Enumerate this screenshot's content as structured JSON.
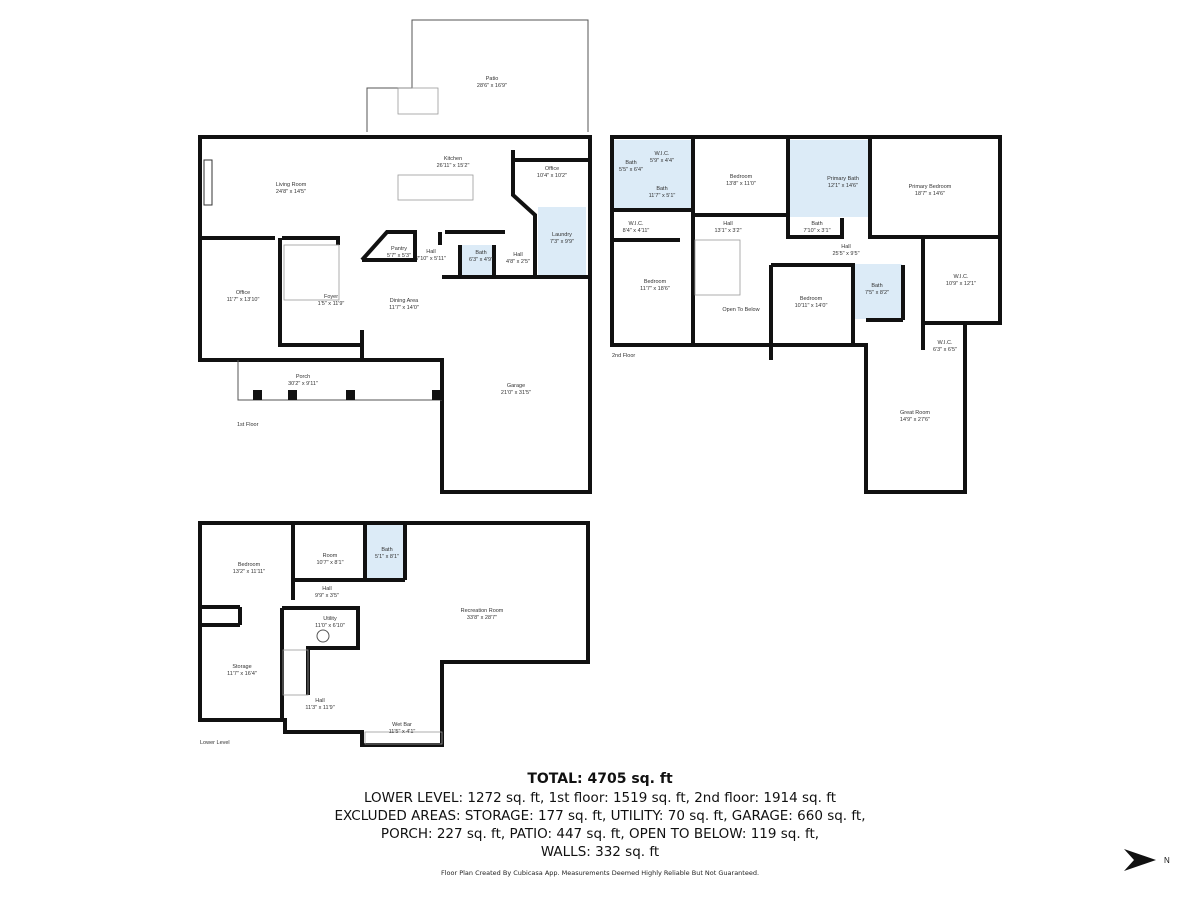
{
  "floors": {
    "first": {
      "label": "1st Floor",
      "rooms": [
        {
          "name": "Patio",
          "dims": "28'6\" x 16'9\""
        },
        {
          "name": "Living Room",
          "dims": "24'8\" x 14'5\""
        },
        {
          "name": "Kitchen",
          "dims": "26'11\" x 15'2\""
        },
        {
          "name": "Office",
          "dims": "10'4\" x 10'2\""
        },
        {
          "name": "Laundry",
          "dims": "7'3\" x 9'9\""
        },
        {
          "name": "Pantry",
          "dims": "5'7\" x 5'3\""
        },
        {
          "name": "Hall",
          "dims": "7'10\" x 5'11\""
        },
        {
          "name": "Bath",
          "dims": "6'3\" x 4'9\""
        },
        {
          "name": "Hall",
          "dims": "4'8\" x 2'5\""
        },
        {
          "name": "Office",
          "dims": "11'7\" x 13'10\""
        },
        {
          "name": "Foyer",
          "dims": "1'5\" x 11'9\""
        },
        {
          "name": "Dining Area",
          "dims": "11'7\" x 14'0\""
        },
        {
          "name": "Porch",
          "dims": "30'2\" x 9'11\""
        },
        {
          "name": "Garage",
          "dims": "21'0\" x 31'5\""
        }
      ]
    },
    "second": {
      "label": "2nd Floor",
      "rooms": [
        {
          "name": "Bath",
          "dims": "5'5\" x 6'4\""
        },
        {
          "name": "W.I.C.",
          "dims": "5'9\" x 4'4\""
        },
        {
          "name": "Bath",
          "dims": "11'7\" x 5'1\""
        },
        {
          "name": "Bedroom",
          "dims": "13'8\" x 11'0\""
        },
        {
          "name": "Primary Bath",
          "dims": "12'1\" x 14'6\""
        },
        {
          "name": "Primary Bedroom",
          "dims": "18'7\" x 14'6\""
        },
        {
          "name": "W.I.C.",
          "dims": "8'4\" x 4'11\""
        },
        {
          "name": "Hall",
          "dims": "13'1\" x 3'2\""
        },
        {
          "name": "Bath",
          "dims": "7'10\" x 3'1\""
        },
        {
          "name": "Hall",
          "dims": "25'5\" x 9'5\""
        },
        {
          "name": "Bedroom",
          "dims": "11'7\" x 18'6\""
        },
        {
          "name": "W.I.C.",
          "dims": "10'9\" x 12'1\""
        },
        {
          "name": "Bath",
          "dims": "7'5\" x 8'2\""
        },
        {
          "name": "Bedroom",
          "dims": "10'11\" x 14'0\""
        },
        {
          "name": "Open To Below",
          "dims": ""
        },
        {
          "name": "W.I.C.",
          "dims": "6'3\" x 6'5\""
        },
        {
          "name": "Great Room",
          "dims": "14'9\" x 27'6\""
        }
      ]
    },
    "lower": {
      "label": "Lower Level",
      "rooms": [
        {
          "name": "Bedroom",
          "dims": "13'2\" x 11'11\""
        },
        {
          "name": "Room",
          "dims": "10'7\" x 8'1\""
        },
        {
          "name": "Bath",
          "dims": "5'1\" x 8'1\""
        },
        {
          "name": "Hall",
          "dims": "9'9\" x 3'5\""
        },
        {
          "name": "Recreation Room",
          "dims": "33'8\" x 28'7\""
        },
        {
          "name": "Utility",
          "dims": "11'0\" x 6'10\""
        },
        {
          "name": "Storage",
          "dims": "11'7\" x 16'4\""
        },
        {
          "name": "Hall",
          "dims": "11'3\" x 11'9\""
        },
        {
          "name": "Wet Bar",
          "dims": "11'5\" x 4'1\""
        }
      ]
    }
  },
  "summary": {
    "total": "TOTAL: 4705 sq. ft",
    "lines": [
      "LOWER LEVEL: 1272 sq. ft, 1st floor: 1519 sq. ft, 2nd floor: 1914 sq. ft",
      "EXCLUDED AREAS: STORAGE: 177 sq. ft, UTILITY: 70 sq. ft, GARAGE: 660 sq. ft,",
      "PORCH: 227 sq. ft, PATIO: 447 sq. ft, OPEN TO BELOW: 119 sq. ft,",
      "WALLS: 332 sq. ft"
    ]
  },
  "footer": "Floor Plan Created By Cubicasa App. Measurements Deemed Highly Reliable But Not Guaranteed.",
  "compass": {
    "label": "N"
  },
  "colors": {
    "wall": "#111111",
    "wet_room": "#dcebf7"
  }
}
